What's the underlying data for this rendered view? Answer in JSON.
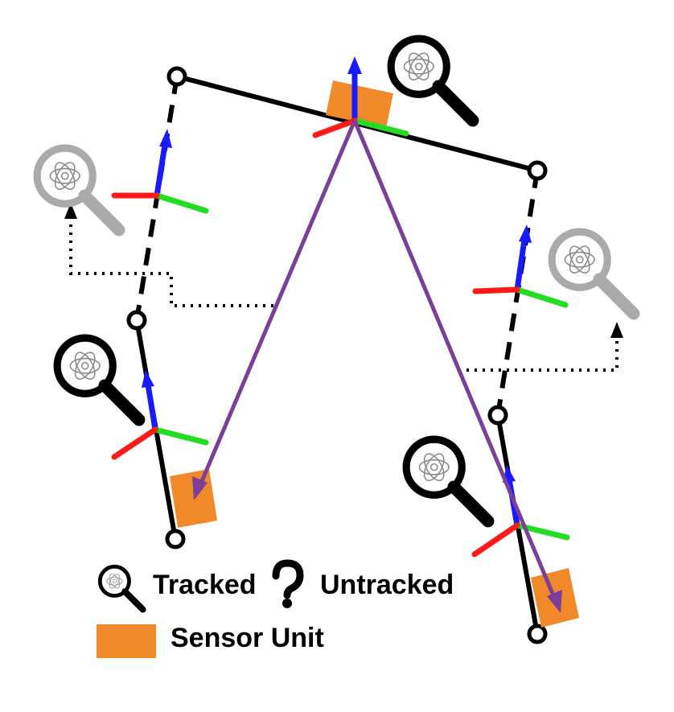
{
  "legend": {
    "tracked_label": "Tracked",
    "untracked_label": "Untracked",
    "sensor_label": "Sensor Unit"
  },
  "colors": {
    "sensor": "#F0892A",
    "measurement_arrow": "#7B3F98",
    "axis_x": "#FF1A1A",
    "axis_y": "#22DD22",
    "axis_z": "#1A1AFF",
    "link": "#000000",
    "tracked_icon": "#000000",
    "untracked_icon": "#AAAAAA"
  },
  "icons": [
    "magnifier-icon",
    "question-mark-icon"
  ]
}
